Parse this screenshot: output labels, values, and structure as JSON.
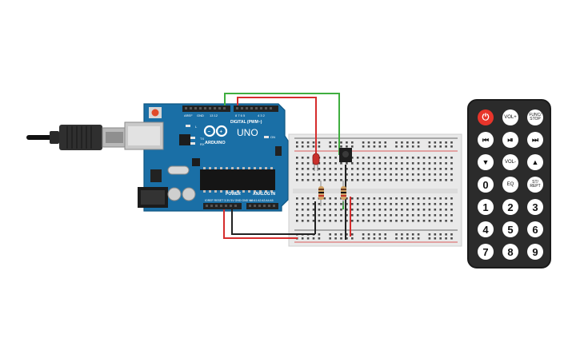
{
  "arduino": {
    "brand": "ARDUINO",
    "model": "UNO",
    "digital_label": "DIGITAL (PWM~)",
    "power_label": "POWER",
    "analog_label": "ANALOG IN",
    "on_label": "ON",
    "tx_label": "TX",
    "rx_label": "RX",
    "l_label": "L",
    "aref_label": "AREF",
    "gnd_label": "GND"
  },
  "remote": {
    "buttons": [
      {
        "id": "power",
        "label": "⏻",
        "kind": "power"
      },
      {
        "id": "vol-up",
        "label": "VOL+",
        "kind": "small"
      },
      {
        "id": "func-stop",
        "label": "FUNC/\nSTOP",
        "kind": "tiny"
      },
      {
        "id": "prev",
        "label": "⏮",
        "kind": "icon"
      },
      {
        "id": "play-pause",
        "label": "⏯",
        "kind": "icon"
      },
      {
        "id": "next",
        "label": "⏭",
        "kind": "icon"
      },
      {
        "id": "down",
        "label": "▼",
        "kind": "icon"
      },
      {
        "id": "vol-down",
        "label": "VOL-",
        "kind": "small"
      },
      {
        "id": "up",
        "label": "▲",
        "kind": "icon"
      },
      {
        "id": "zero",
        "label": "0",
        "kind": "num"
      },
      {
        "id": "eq",
        "label": "EQ",
        "kind": "small"
      },
      {
        "id": "st-rept",
        "label": "ST/\nREPT",
        "kind": "tiny"
      },
      {
        "id": "one",
        "label": "1",
        "kind": "num"
      },
      {
        "id": "two",
        "label": "2",
        "kind": "num"
      },
      {
        "id": "three",
        "label": "3",
        "kind": "num"
      },
      {
        "id": "four",
        "label": "4",
        "kind": "num"
      },
      {
        "id": "five",
        "label": "5",
        "kind": "num"
      },
      {
        "id": "six",
        "label": "6",
        "kind": "num"
      },
      {
        "id": "seven",
        "label": "7",
        "kind": "num"
      },
      {
        "id": "eight",
        "label": "8",
        "kind": "num"
      },
      {
        "id": "nine",
        "label": "9",
        "kind": "num"
      }
    ]
  },
  "colors": {
    "board": "#1a6fa6",
    "wire_red": "#d62d2d",
    "wire_green": "#3fae3f",
    "wire_black": "#222222",
    "led": "#c8302c",
    "remote_body": "#2b2b2b",
    "power_button": "#e8352b"
  }
}
